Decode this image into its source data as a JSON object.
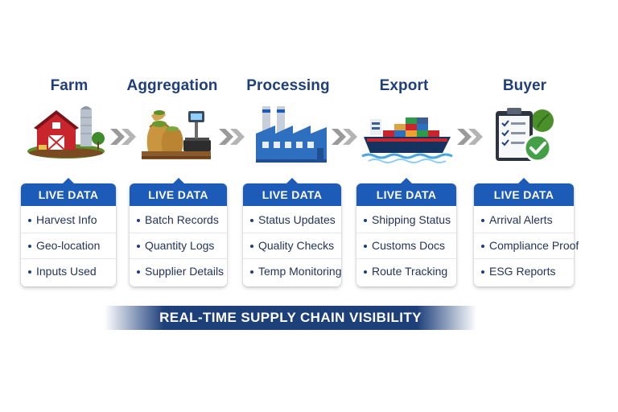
{
  "stages": [
    {
      "title": "Farm",
      "icon": "barn-icon",
      "card": {
        "header": "LIVE DATA",
        "items": [
          "Harvest Info",
          "Geo-location",
          "Inputs Used"
        ]
      }
    },
    {
      "title": "Aggregation",
      "icon": "sacks-and-scale-icon",
      "card": {
        "header": "LIVE DATA",
        "items": [
          "Batch Records",
          "Quantity Logs",
          "Supplier Details"
        ]
      }
    },
    {
      "title": "Processing",
      "icon": "factory-icon",
      "card": {
        "header": "LIVE DATA",
        "items": [
          "Status Updates",
          "Quality Checks",
          "Temp Monitoring"
        ]
      }
    },
    {
      "title": "Export",
      "icon": "cargo-ship-icon",
      "card": {
        "header": "LIVE DATA",
        "items": [
          "Shipping Status",
          "Customs Docs",
          "Route Tracking"
        ]
      }
    },
    {
      "title": "Buyer",
      "icon": "checklist-approved-icon",
      "card": {
        "header": "LIVE DATA",
        "items": [
          "Arrival Alerts",
          "Compliance Proof",
          "ESG Reports"
        ]
      }
    }
  ],
  "banner": "REAL-TIME SUPPLY CHAIN VISIBILITY",
  "colors": {
    "primary_blue": "#1d5bb8",
    "navy": "#1f3f7a",
    "arrow_gray": "#9a9a9a"
  }
}
